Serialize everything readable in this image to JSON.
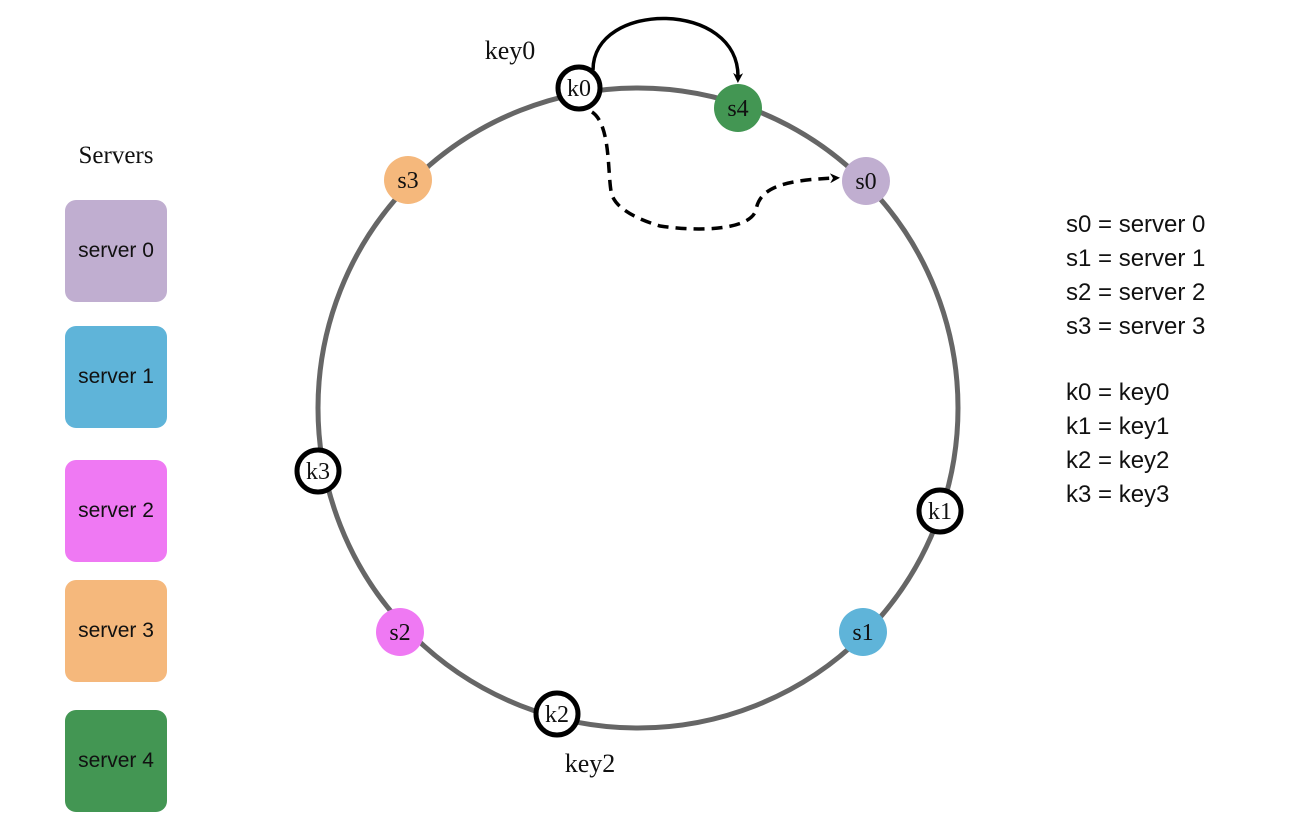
{
  "legend": {
    "title": "Servers",
    "servers": [
      {
        "label": "server 0",
        "color": "#c0aed0"
      },
      {
        "label": "server 1",
        "color": "#5fb4d9"
      },
      {
        "label": "server 2",
        "color": "#ef79f3"
      },
      {
        "label": "server 3",
        "color": "#f5b87c"
      },
      {
        "label": "server 4",
        "color": "#439653"
      }
    ]
  },
  "ring": {
    "server_nodes": [
      {
        "label": "s0",
        "color": "#c0aed0"
      },
      {
        "label": "s1",
        "color": "#5fb4d9"
      },
      {
        "label": "s2",
        "color": "#ef79f3"
      },
      {
        "label": "s3",
        "color": "#f5b87c"
      },
      {
        "label": "s4",
        "color": "#439653"
      }
    ],
    "key_nodes": [
      {
        "label": "k0"
      },
      {
        "label": "k1"
      },
      {
        "label": "k2"
      },
      {
        "label": "k3"
      }
    ],
    "captions": {
      "key0": "key0",
      "key2": "key2"
    }
  },
  "mapping": {
    "servers": [
      "s0 = server 0",
      "s1 = server 1",
      "s2 = server 2",
      "s3 = server 3"
    ],
    "keys": [
      "k0 = key0",
      "k1 = key1",
      "k2 = key2",
      "k3 = key3"
    ]
  }
}
